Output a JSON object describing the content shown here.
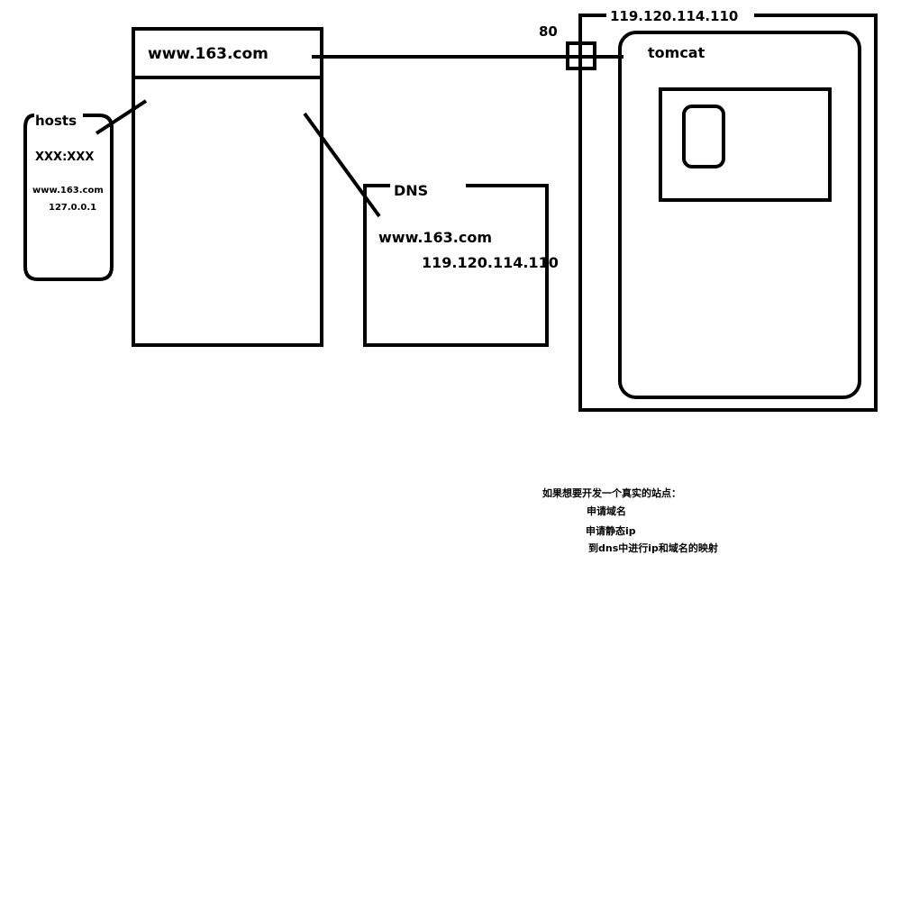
{
  "browser": {
    "address": "www.163.com"
  },
  "hosts": {
    "title": "hosts",
    "entry_format": "XXX:XXX",
    "entry_domain": "www.163.com",
    "entry_ip": "127.0.0.1"
  },
  "dns": {
    "title": "DNS",
    "domain": "www.163.com",
    "ip": "119.120.114.110"
  },
  "server": {
    "ip": "119.120.114.110",
    "port": "80",
    "container": "tomcat"
  },
  "notes": {
    "heading": "如果想要开发一个真实的站点：",
    "steps": [
      "申请域名",
      "申请静态ip",
      "到dns中进行ip和域名的映射"
    ]
  }
}
